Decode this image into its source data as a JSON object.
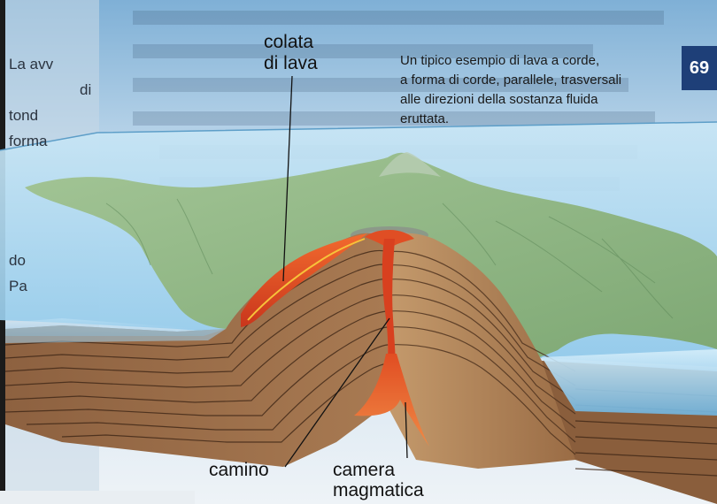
{
  "labels": {
    "lava_flow": [
      "colata",
      "di lava"
    ],
    "conduit": "camino",
    "chamber": [
      "camera",
      "magmatica"
    ]
  },
  "caption": {
    "lines": [
      "Un tipico esempio di lava a corde,",
      "a forma di corde, parallele, trasversali",
      "alle direzioni della sostanza fluida",
      "eruttata."
    ]
  },
  "side_text": [
    "La avv",
    "di",
    "tond",
    "forma",
    "",
    "",
    "do",
    "Pa"
  ],
  "page_number": "69",
  "colors": {
    "sea": "#a9d6ee",
    "land": "#92b886",
    "strata": "#9b6e4c",
    "lava": "#e0542a"
  }
}
